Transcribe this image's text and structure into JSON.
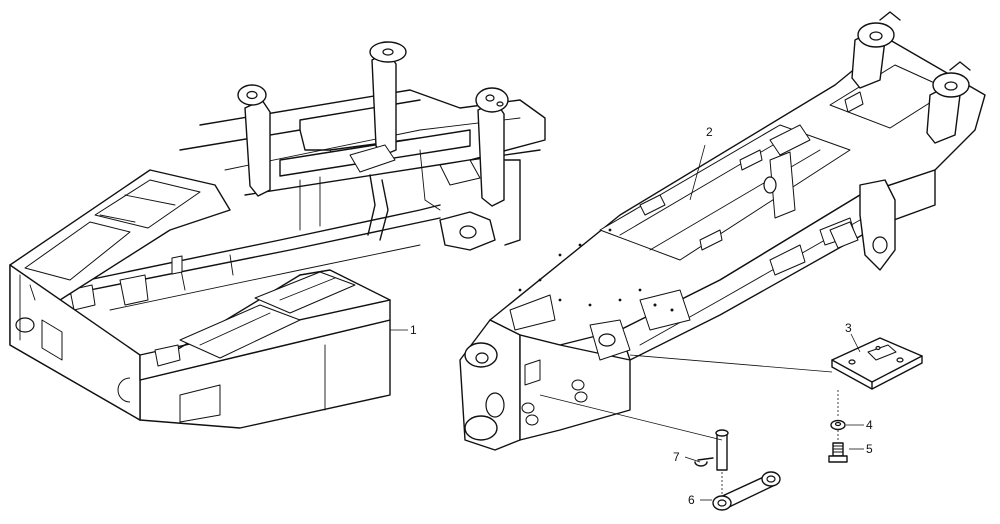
{
  "callouts": [
    {
      "id": "1",
      "label": "1"
    },
    {
      "id": "2",
      "label": "2"
    },
    {
      "id": "3",
      "label": "3"
    },
    {
      "id": "4",
      "label": "4"
    },
    {
      "id": "5",
      "label": "5"
    },
    {
      "id": "6",
      "label": "6"
    },
    {
      "id": "7",
      "label": "7"
    }
  ],
  "parts": [
    {
      "callout": "1",
      "icon": "rear-frame-counterweight-drawing"
    },
    {
      "callout": "2",
      "icon": "front-frame-drawing"
    },
    {
      "callout": "3",
      "icon": "cover-plate-drawing"
    },
    {
      "callout": "4",
      "icon": "washer-drawing"
    },
    {
      "callout": "5",
      "icon": "bolt-drawing"
    },
    {
      "callout": "6",
      "icon": "link-arm-drawing"
    },
    {
      "callout": "7",
      "icon": "pin-drawing"
    }
  ]
}
